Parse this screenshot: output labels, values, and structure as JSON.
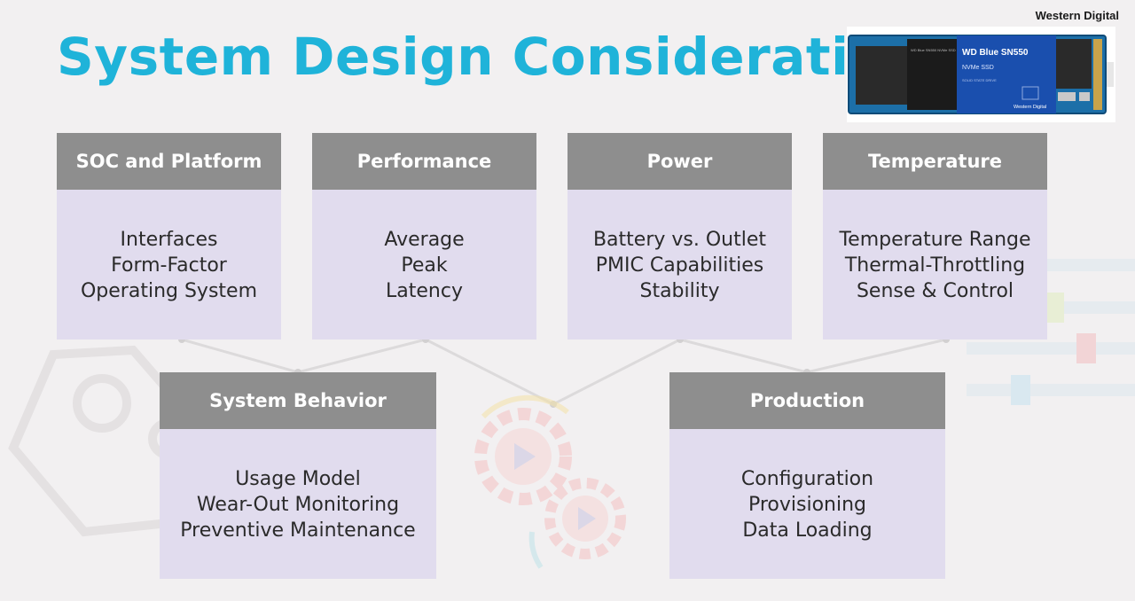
{
  "title": "System Design Considerations",
  "brand": "Western Digital",
  "ssd": {
    "product": "WD Blue SN550",
    "type": "NVMe SSD",
    "subtitle": "SOLID STATE DRIVE",
    "brand": "Western Digital",
    "chip_label": "WD Blue SN550 NVMe SSD"
  },
  "cards": [
    {
      "heading": "SOC and Platform",
      "lines": [
        "Interfaces",
        "Form-Factor",
        "Operating System"
      ]
    },
    {
      "heading": "Performance",
      "lines": [
        "Average",
        "Peak",
        "Latency"
      ]
    },
    {
      "heading": "Power",
      "lines": [
        "Battery vs. Outlet",
        "PMIC Capabilities",
        "Stability"
      ]
    },
    {
      "heading": "Temperature",
      "lines": [
        "Temperature Range",
        "Thermal-Throttling",
        "Sense & Control"
      ]
    },
    {
      "heading": "System Behavior",
      "lines": [
        "Usage Model",
        "Wear-Out Monitoring",
        "Preventive Maintenance"
      ]
    },
    {
      "heading": "Production",
      "lines": [
        "Configuration",
        "Provisioning",
        "Data Loading"
      ]
    }
  ],
  "colors": {
    "title": "#1fb3d9",
    "card_header": "#8e8e8e",
    "card_body": "#e1dcee",
    "background": "#f2f0f1"
  }
}
